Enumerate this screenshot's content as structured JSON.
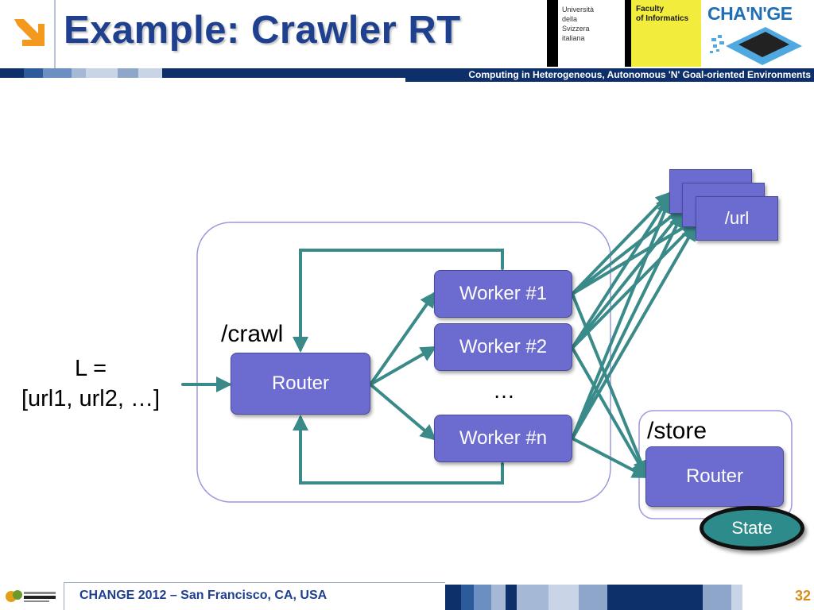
{
  "header": {
    "title": "Example: Crawler RT",
    "usi_logo_text": "Università\ndella\nSvizzera\nitaliana",
    "faculty_logo_text": "Faculty\nof Informatics",
    "change_logo_text": "CHA'N'GE",
    "subtitle": "Computing in Heterogeneous, Autonomous 'N' Goal-oriented Environments"
  },
  "diagram": {
    "input_list_line1": "L =",
    "input_list_line2": "[url1, url2, …]",
    "crawl_label": "/crawl",
    "store_label": "/store",
    "crawl_router": "Router",
    "workers": [
      "Worker #1",
      "Worker #2",
      "Worker #n"
    ],
    "ellipsis": "…",
    "url_label": "/url",
    "store_router": "Router",
    "state": "State"
  },
  "colors": {
    "title": "#1f3f8f",
    "node_fill": "#6b6bd0",
    "arrow": "#3a8a8a",
    "state_fill": "#2e8b8b",
    "container_border": "#9a9ae0",
    "subtitle_band": "#0d2f6a",
    "page_number": "#d98c1a"
  },
  "footer": {
    "conference": "CHANGE 2012 – San Francisco, CA, USA",
    "page_number": "32"
  }
}
